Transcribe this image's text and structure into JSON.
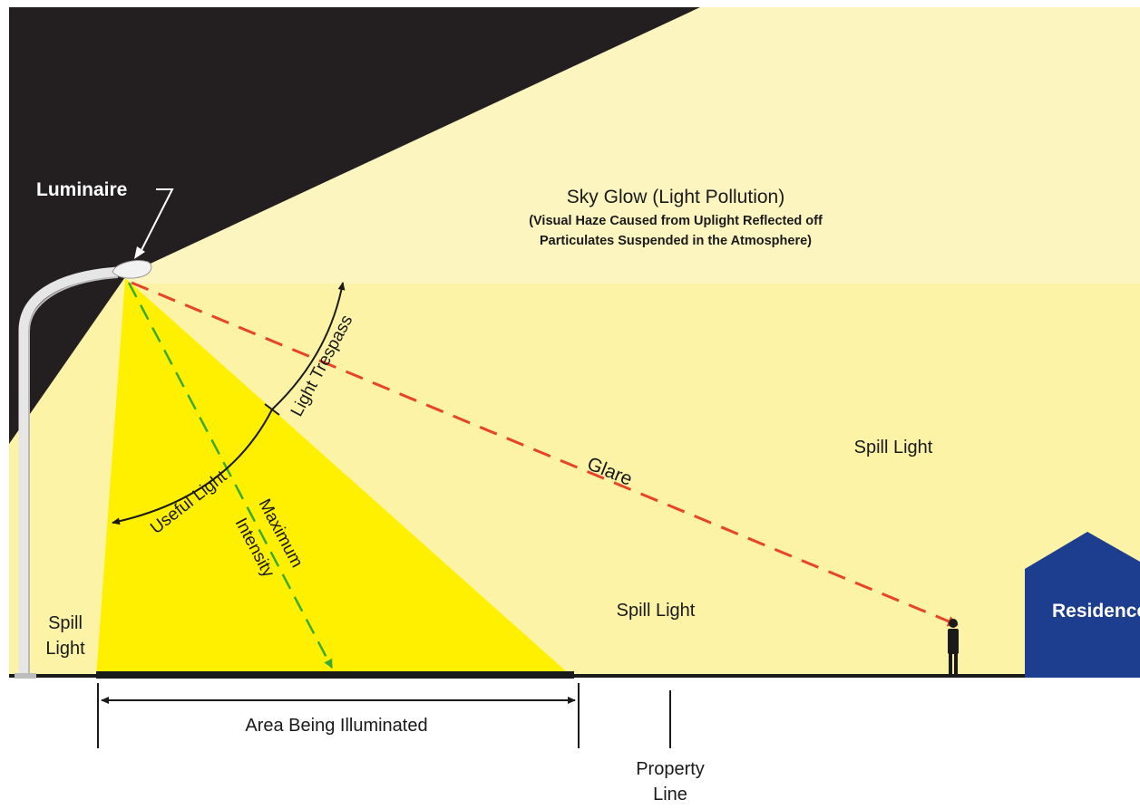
{
  "labels": {
    "luminaire": "Luminaire",
    "sky_glow_title": "Sky Glow (Light Pollution)",
    "sky_glow_line1": "(Visual Haze Caused from Uplight Reflected off",
    "sky_glow_line2": "Particulates Suspended in the Atmosphere)",
    "light_trespass": "Light Trespass",
    "useful_light": "Useful Light",
    "maximum": "Maximum",
    "intensity": "Intensity",
    "glare": "Glare",
    "spill_light_upper_right": "Spill Light",
    "spill_light_middle": "Spill Light",
    "spill_light_left_line1": "Spill",
    "spill_light_left_line2": "Light",
    "residence": "Residence",
    "area_being_illuminated": "Area Being Illuminated",
    "property_line_1": "Property",
    "property_line_2": "Line"
  },
  "colors": {
    "night_sky": "#231f20",
    "pale_glow": "#fdf5c0",
    "spill_zone": "#fdf3a6",
    "useful_beam": "#fff000",
    "glare_line": "#e8432b",
    "max_intensity_line": "#3aa935",
    "residence": "#1d3d8f",
    "ground": "#1a1a1a"
  }
}
